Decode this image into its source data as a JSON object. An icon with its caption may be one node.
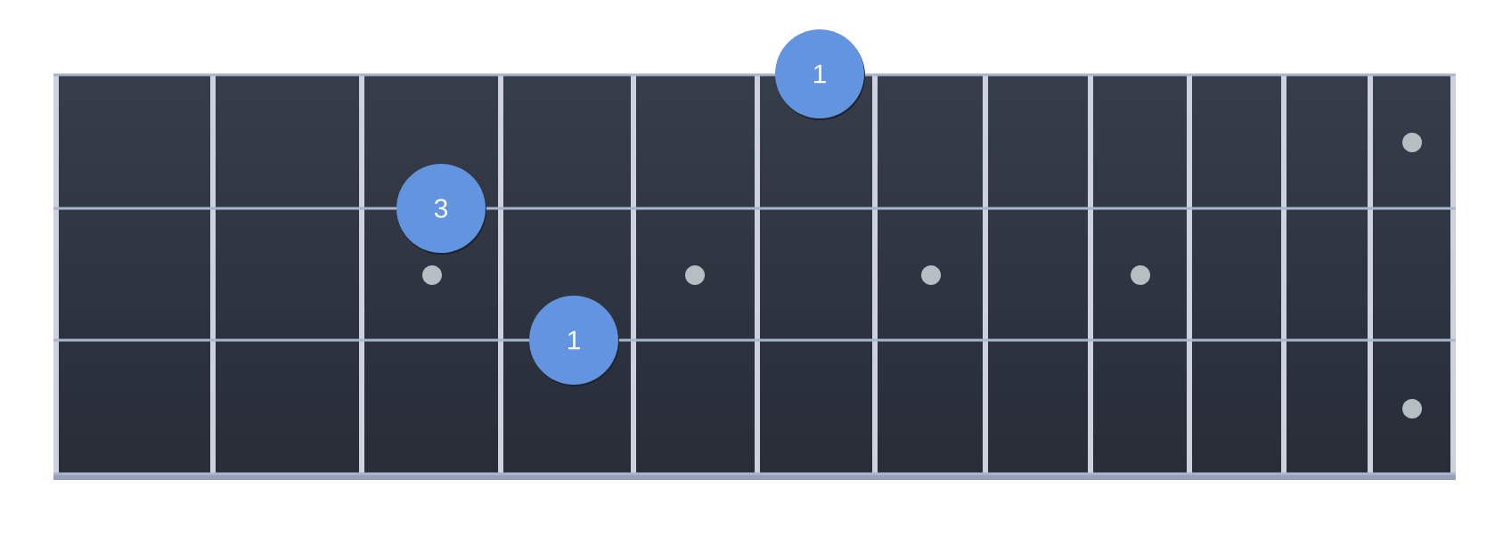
{
  "diagram": {
    "nodes": [
      {
        "text": [
          "1"
        ]
      },
      {
        "text": [
          "3"
        ]
      },
      {
        "text": [
          "1"
        ]
      }
    ]
  }
}
